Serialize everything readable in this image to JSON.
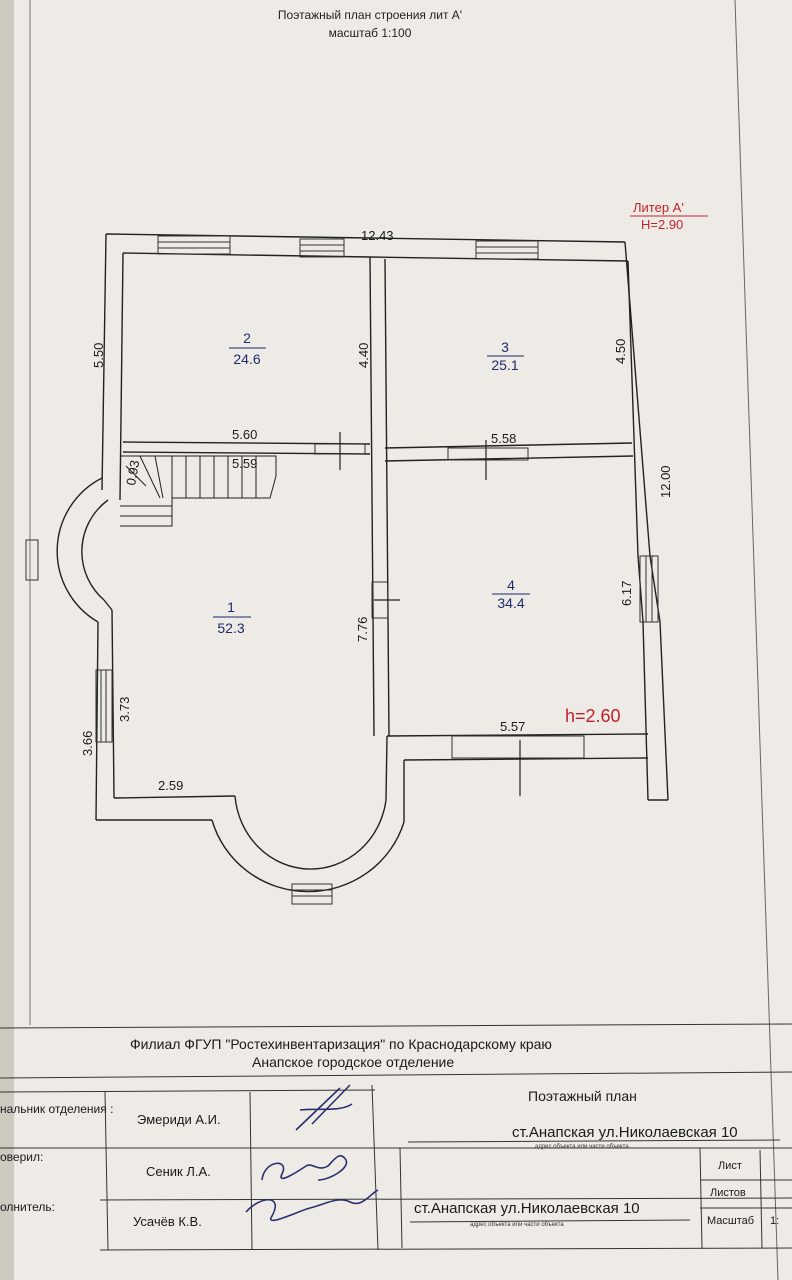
{
  "header": {
    "title": "Поэтажный план строения лит А'",
    "scale": "масштаб 1:100"
  },
  "liter": {
    "name": "Литер А'",
    "height": "H=2.90"
  },
  "plan": {
    "total_width": "12.43",
    "total_depth": "12.00",
    "left_wall_upper": "5.50",
    "room2_height": "4.40",
    "room3_height": "4.50",
    "bay_small": "0.93",
    "room2_width": "5.60",
    "stair_width": "5.59",
    "room4_width_top": "5.58",
    "room1_height": "7.76",
    "room4_height": "6.17",
    "left_dim_a": "3.73",
    "left_dim_b": "3.66",
    "bottom_left": "2.59",
    "room4_width_bottom": "5.57",
    "inner_height": "h=2.60",
    "rooms": [
      {
        "num": "1",
        "area": "52.3"
      },
      {
        "num": "2",
        "area": "24.6"
      },
      {
        "num": "3",
        "area": "25.1"
      },
      {
        "num": "4",
        "area": "34.4"
      }
    ]
  },
  "title_block": {
    "org": "Филиал ФГУП \"Ростехинвентаризация\" по Краснодарскому краю",
    "dept": "Анапское городское отделение",
    "doc_title": "Поэтажный план",
    "address": "ст.Анапская ул.Николаевская 10",
    "address_caption": "адрес объекта или части объекта",
    "roles": [
      "нальник отделения :",
      "оверил:",
      "олнитель:"
    ],
    "names": [
      "Эмериди А.И.",
      "Сеник Л.А.",
      "Усачёв К.В."
    ],
    "sheet_labels": [
      "Лист",
      "Листов",
      "Масштаб"
    ],
    "sheet_values": [
      "",
      "",
      "1:"
    ]
  }
}
